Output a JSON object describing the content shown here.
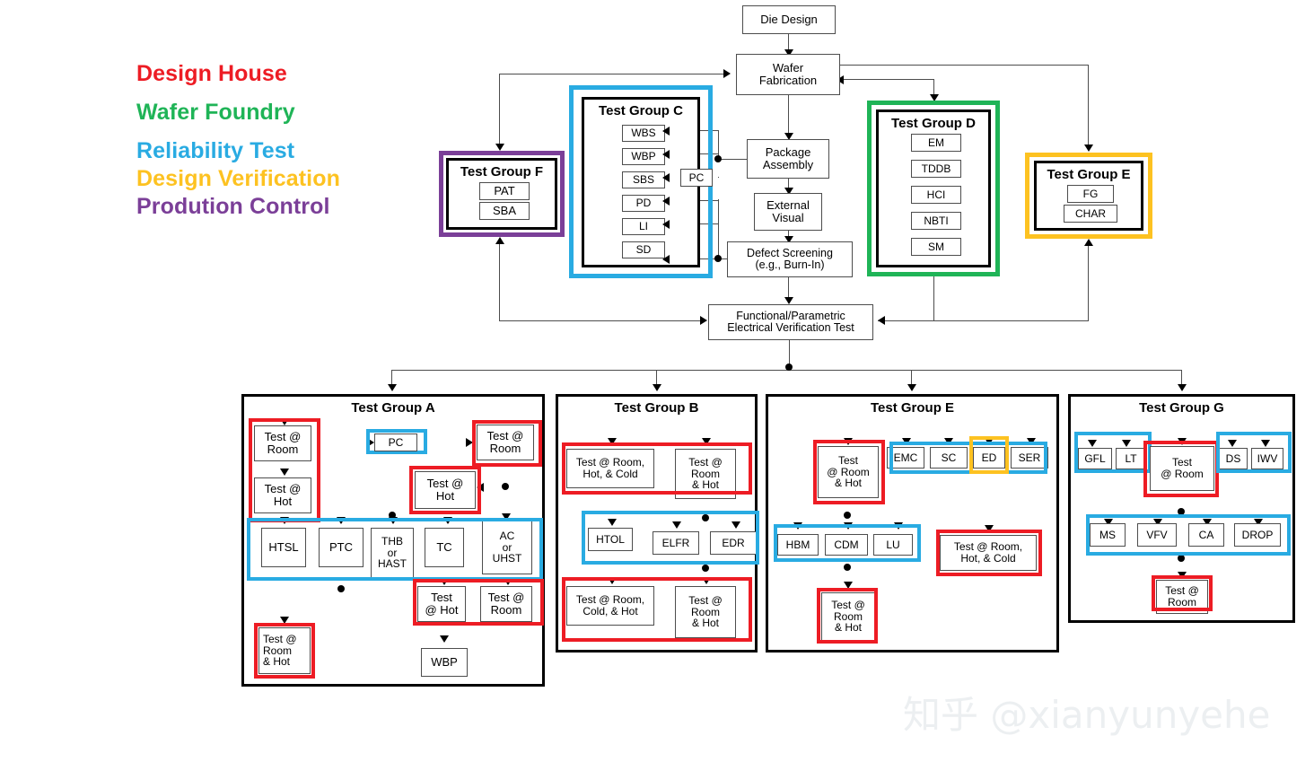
{
  "legend": {
    "items": [
      {
        "label": "Design House",
        "color": "#ED1C24"
      },
      {
        "label": "Wafer Foundry",
        "color": "#1FB457"
      },
      {
        "label": "Reliability Test",
        "color": "#29ABE2"
      },
      {
        "label": "Design Verification",
        "color": "#FDC221"
      },
      {
        "label": "Prodution Control",
        "color": "#7B3F98"
      }
    ]
  },
  "top_flow": {
    "die_design": "Die Design",
    "wafer_fabrication": "Wafer\nFabrication",
    "wafer_fabrication_l1": "Wafer",
    "wafer_fabrication_l2": "Fabrication",
    "package_assembly_l1": "Package",
    "package_assembly_l2": "Assembly",
    "external_visual_l1": "External",
    "external_visual_l2": "Visual",
    "defect_screening_l1": "Defect Screening",
    "defect_screening_l2": "(e.g., Burn-In)",
    "fpevt_l1": "Functional/Parametric",
    "fpevt_l2": "Electrical Verification  Test",
    "pc": "PC"
  },
  "group_f": {
    "title": "Test Group F",
    "items": [
      "PAT",
      "SBA"
    ],
    "frame_color": "#7B3F98"
  },
  "group_c": {
    "title": "Test Group C",
    "items": [
      "WBS",
      "WBP",
      "SBS",
      "PD",
      "LI",
      "SD"
    ],
    "frame_color": "#29ABE2"
  },
  "group_d": {
    "title": "Test Group D",
    "items": [
      "EM",
      "TDDB",
      "HCI",
      "NBTI",
      "SM"
    ],
    "frame_color": "#1FB457"
  },
  "group_e_top": {
    "title": "Test Group E",
    "items": [
      "FG",
      "CHAR"
    ],
    "frame_color": "#FDC221"
  },
  "group_a": {
    "title": "Test Group A",
    "nodes": {
      "test_room_1_l1": "Test  @",
      "test_room_1_l2": "Room",
      "test_hot_1_l1": "Test @",
      "test_hot_1_l2": "Hot",
      "pc": "PC",
      "test_room_2_l1": "Test @",
      "test_room_2_l2": "Room",
      "test_hot_2_l1": "Test @",
      "test_hot_2_l2": "Hot",
      "htsl": "HTSL",
      "ptc": "PTC",
      "thb_l1": "THB",
      "thb_l2": "or",
      "thb_l3": "HAST",
      "tc": "TC",
      "ac_l1": "AC",
      "ac_l2": "or",
      "ac_l3": "UHST",
      "test_hot_3_l1": "Test",
      "test_hot_3_l2": "@ Hot",
      "test_room_3_l1": "Test @",
      "test_room_3_l2": "Room",
      "wbp": "WBP",
      "test_rh_l1": "Test @",
      "test_rh_l2": "Room",
      "test_rh_l3": "& Hot"
    }
  },
  "group_b": {
    "title": "Test Group B",
    "nodes": {
      "trhc_l1": "Test @ Room,",
      "trhc_l2": "Hot, & Cold",
      "trh_l1": "Test @",
      "trh_l2": "Room",
      "trh_l3": "& Hot",
      "htol": "HTOL",
      "elfr": "ELFR",
      "edr": "EDR",
      "trch_l1": "Test @ Room,",
      "trch_l2": "Cold, & Hot",
      "trh2_l1": "Test @",
      "trh2_l2": "Room",
      "trh2_l3": "& Hot"
    }
  },
  "group_e_bottom": {
    "title": "Test Group E",
    "nodes": {
      "test_rh_l1": "Test",
      "test_rh_l2": "@ Room",
      "test_rh_l3": "& Hot",
      "emc": "EMC",
      "sc": "SC",
      "ed": "ED",
      "ser": "SER",
      "hbm": "HBM",
      "cdm": "CDM",
      "lu": "LU",
      "test_rh2_l1": "Test @",
      "test_rh2_l2": "Room",
      "test_rh2_l3": "& Hot",
      "test_rhc_l1": "Test @ Room,",
      "test_rhc_l2": "Hot,  & Cold"
    }
  },
  "group_g": {
    "title": "Test Group G",
    "nodes": {
      "gfl": "GFL",
      "lt": "LT",
      "test_room_l1": "Test",
      "test_room_l2": "@ Room",
      "ds": "DS",
      "iwv": "IWV",
      "ms": "MS",
      "vfv": "VFV",
      "ca": "CA",
      "drop": "DROP",
      "test_room2_l1": "Test @",
      "test_room2_l2": "Room"
    }
  },
  "watermark": {
    "text": "知乎 @xianyunyehe"
  }
}
